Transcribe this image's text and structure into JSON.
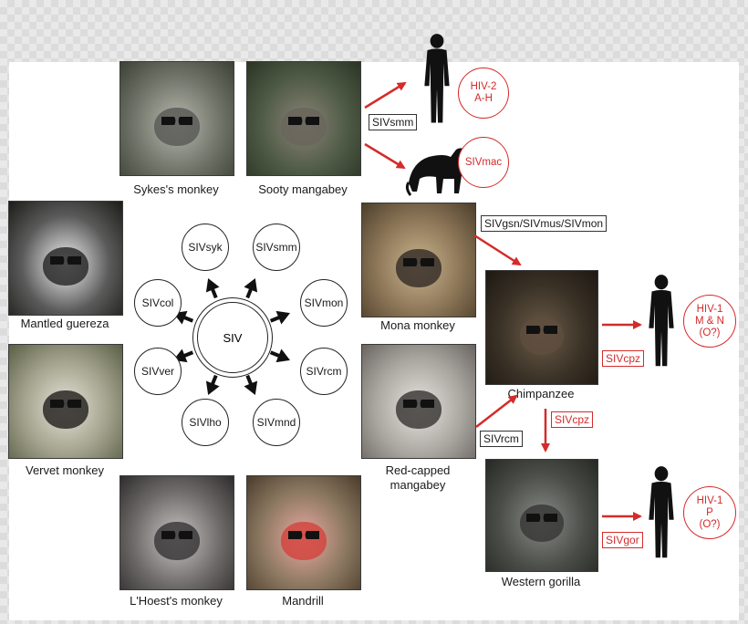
{
  "species": {
    "sykes": "Sykes's monkey",
    "sooty": "Sooty mangabey",
    "mantled": "Mantled guereza",
    "mona": "Mona monkey",
    "vervet": "Vervet monkey",
    "redcapped": "Red-capped mangabey",
    "lhoest": "L'Hoest's monkey",
    "mandrill": "Mandrill",
    "chimp": "Chimpanzee",
    "gorilla": "Western gorilla"
  },
  "hub_label": "SIV",
  "siv_strains": [
    "SIVsyk",
    "SIVsmm",
    "SIVmon",
    "SIVrcm",
    "SIVmnd",
    "SIVlho",
    "SIVver",
    "SIVcol"
  ],
  "transmission_labels": {
    "smm": "SIVsmm",
    "gsn": "SIVgsn/SIVmus/SIVmon",
    "rcm": "SIVrcm",
    "cpz_chimp": "SIVcpz",
    "cpz_gorilla": "SIVcpz",
    "gor": "SIVgor"
  },
  "outcomes": {
    "hiv2": "HIV-2\nA-H",
    "sivmac": "SIVmac",
    "hiv1_mn": "HIV-1\nM & N\n(O?)",
    "hiv1_p": "HIV-1\nP\n(O?)"
  },
  "icons": [
    "human-silhouette-icon",
    "macaque-silhouette-icon",
    "arrow-icon"
  ],
  "colors": {
    "accent_red": "#d42b2b",
    "ink": "#1a1a1a"
  }
}
